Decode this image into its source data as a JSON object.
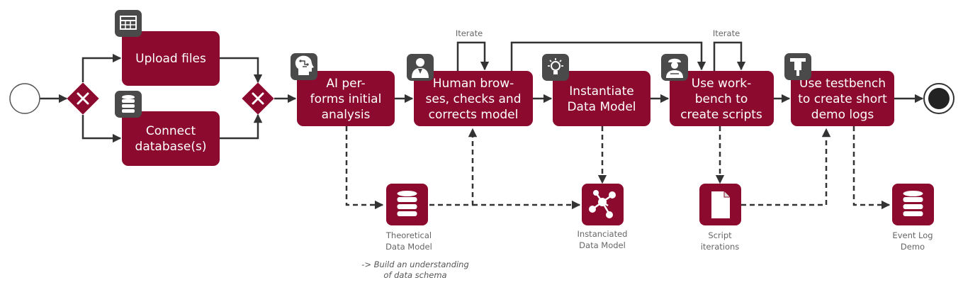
{
  "tasks": {
    "upload": {
      "label": "Upload files",
      "icon": "table-icon"
    },
    "connect": {
      "lines": [
        "Connect",
        "database(s)"
      ],
      "icon": "database-icon"
    },
    "ai": {
      "lines": [
        "AI per-",
        "forms initial",
        "analysis"
      ],
      "icon": "ai-head-icon"
    },
    "human": {
      "lines": [
        "Human brow-",
        "ses, checks and",
        "corrects model"
      ],
      "icon": "person-icon"
    },
    "instantiate": {
      "lines": [
        "Instantiate",
        "Data Model"
      ],
      "icon": "lightbulb-icon"
    },
    "workbench": {
      "lines": [
        "Use work-",
        "bench to",
        "create scripts"
      ],
      "icon": "engineer-icon"
    },
    "testbench": {
      "lines": [
        "Use testbench",
        "to create short",
        "demo logs"
      ],
      "icon": "jackhammer-icon"
    }
  },
  "loops": {
    "iterate_1": "Iterate",
    "iterate_2": "Iterate"
  },
  "artifacts": {
    "theoretical": {
      "lines": [
        "Theoretical",
        "Data Model"
      ]
    },
    "instanciated": {
      "lines": [
        "Instanciated",
        "Data Model"
      ]
    },
    "script": {
      "lines": [
        "Script",
        "iterations"
      ]
    },
    "eventlog": {
      "lines": [
        "Event Log",
        "Demo"
      ]
    }
  },
  "note": {
    "lines": [
      "-> Build an understanding",
      "of data schema"
    ]
  },
  "colors": {
    "task_fill": "#8b0a2e",
    "icon_bg": "#4a4a4a",
    "line": "#333333",
    "label": "#666666"
  }
}
